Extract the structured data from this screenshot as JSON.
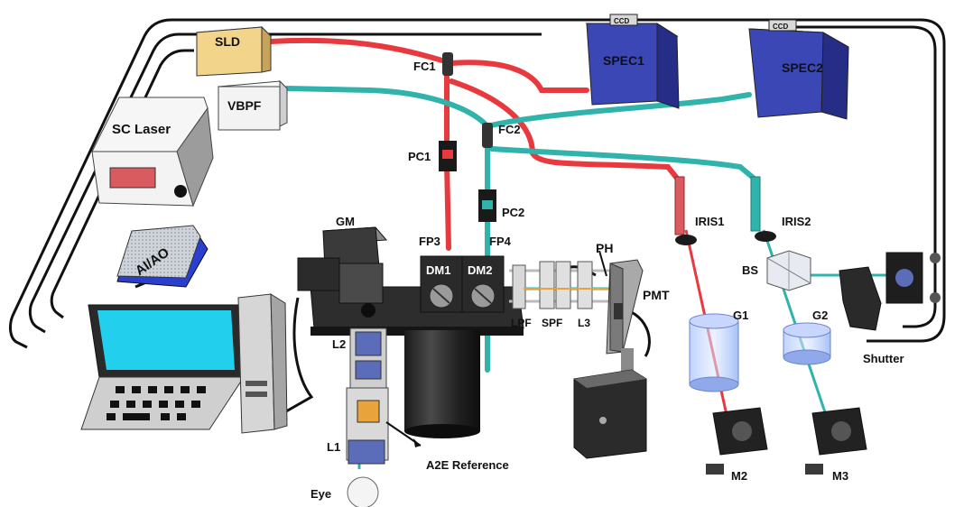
{
  "labels": {
    "sld": "SLD",
    "vbpf": "VBPF",
    "sc_laser": "SC Laser",
    "spec1": "SPEC1",
    "spec2": "SPEC2",
    "ccd1": "CCD",
    "ccd2": "CCD",
    "fc1": "FC1",
    "fc2": "FC2",
    "pc1": "PC1",
    "pc2": "PC2",
    "gm": "GM",
    "fp3": "FP3",
    "fp4": "FP4",
    "dm1": "DM1",
    "dm2": "DM2",
    "ph": "PH",
    "pmt": "PMT",
    "lpf": "LPF",
    "spf": "SPF",
    "l3": "L3",
    "l2": "L2",
    "l1": "L1",
    "a2e": "A2E Reference",
    "eye": "Eye",
    "iris1": "IRIS1",
    "iris2": "IRIS2",
    "bs": "BS",
    "g1": "G1",
    "g2": "G2",
    "m2": "M2",
    "m3": "M3",
    "shutter": "Shutter",
    "daq": "AI/AO"
  },
  "colors": {
    "oct_fiber": "#e8393f",
    "fl_fiber": "#2fb3ab",
    "spec_box": "#3b47b5",
    "sld_box": "#f2d48a",
    "cable": "#111111",
    "daq_board": "#2a3fd0",
    "screen": "#22d0ee"
  }
}
